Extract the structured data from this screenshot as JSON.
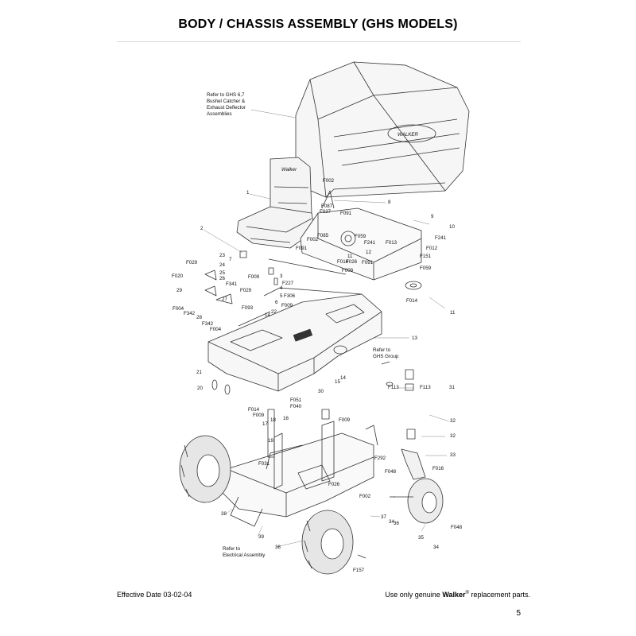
{
  "page": {
    "title": "BODY / CHASSIS ASSEMBLY (GHS MODELS)",
    "effective_date": "Effective Date 03-02-04",
    "footer_prefix": "Use only genuine",
    "brand": "Walker",
    "registered": "®",
    "footer_suffix": "replacement parts.",
    "page_number": "5"
  },
  "notes": {
    "bushel_line1": "Refer to GHS 6,7",
    "bushel_line2": "Bushel Catcher &",
    "bushel_line3": "Exhaust Deflector",
    "bushel_line4": "Assemblies",
    "ghs_line1": "Refer to",
    "ghs_line2": "GHS Group",
    "elec_line1": "Refer to",
    "elec_line2": "Electrical Assembly"
  },
  "labels": [
    {
      "id": "l1",
      "text": "1"
    },
    {
      "id": "l2",
      "text": "2"
    },
    {
      "id": "l3",
      "text": "3"
    },
    {
      "id": "l4",
      "text": "4"
    },
    {
      "id": "l5",
      "text": "5"
    },
    {
      "id": "l6",
      "text": "6"
    },
    {
      "id": "l7",
      "text": "7"
    },
    {
      "id": "l8",
      "text": "8"
    },
    {
      "id": "l9",
      "text": "9"
    },
    {
      "id": "l10",
      "text": "10"
    },
    {
      "id": "l11a",
      "text": "11"
    },
    {
      "id": "l11b",
      "text": "11"
    },
    {
      "id": "l12",
      "text": "12"
    },
    {
      "id": "l13",
      "text": "13"
    },
    {
      "id": "l14a",
      "text": "14"
    },
    {
      "id": "l14b",
      "text": "14"
    },
    {
      "id": "l15",
      "text": "15"
    },
    {
      "id": "l16",
      "text": "16"
    },
    {
      "id": "l17",
      "text": "17"
    },
    {
      "id": "l18",
      "text": "18"
    },
    {
      "id": "l19",
      "text": "19"
    },
    {
      "id": "l20",
      "text": "20"
    },
    {
      "id": "l21",
      "text": "21"
    },
    {
      "id": "l22",
      "text": "22"
    },
    {
      "id": "l23",
      "text": "23"
    },
    {
      "id": "l24",
      "text": "24"
    },
    {
      "id": "l25",
      "text": "25"
    },
    {
      "id": "l26",
      "text": "26"
    },
    {
      "id": "l27",
      "text": "27"
    },
    {
      "id": "l28",
      "text": "28"
    },
    {
      "id": "l29",
      "text": "29"
    },
    {
      "id": "l30",
      "text": "30"
    },
    {
      "id": "l31",
      "text": "31"
    },
    {
      "id": "l32a",
      "text": "32"
    },
    {
      "id": "l32b",
      "text": "32"
    },
    {
      "id": "l33",
      "text": "33"
    },
    {
      "id": "l34a",
      "text": "34"
    },
    {
      "id": "l34b",
      "text": "34"
    },
    {
      "id": "l35",
      "text": "35"
    },
    {
      "id": "l36",
      "text": "36"
    },
    {
      "id": "l37",
      "text": "37"
    },
    {
      "id": "l38a",
      "text": "38"
    },
    {
      "id": "l38b",
      "text": "38"
    },
    {
      "id": "l39",
      "text": "39"
    },
    {
      "id": "F002a",
      "text": "F002"
    },
    {
      "id": "F002b",
      "text": "F002"
    },
    {
      "id": "F002c",
      "text": "F002"
    },
    {
      "id": "F004a",
      "text": "F004"
    },
    {
      "id": "F004b",
      "text": "F004"
    },
    {
      "id": "F009a",
      "text": "F009"
    },
    {
      "id": "F009b",
      "text": "F009"
    },
    {
      "id": "F009c",
      "text": "F009"
    },
    {
      "id": "F009d",
      "text": "F009"
    },
    {
      "id": "F009e",
      "text": "F009"
    },
    {
      "id": "F012",
      "text": "F012"
    },
    {
      "id": "F013",
      "text": "F013"
    },
    {
      "id": "F014a",
      "text": "F014"
    },
    {
      "id": "F014b",
      "text": "F014"
    },
    {
      "id": "F014c",
      "text": "F014"
    },
    {
      "id": "F016",
      "text": "F016"
    },
    {
      "id": "F020",
      "text": "F020"
    },
    {
      "id": "F026a",
      "text": "F026"
    },
    {
      "id": "F026b",
      "text": "F026"
    },
    {
      "id": "F027",
      "text": "F027"
    },
    {
      "id": "F029a",
      "text": "F029"
    },
    {
      "id": "F029b",
      "text": "F029"
    },
    {
      "id": "F031",
      "text": "F031"
    },
    {
      "id": "F040",
      "text": "F040"
    },
    {
      "id": "F048a",
      "text": "F048"
    },
    {
      "id": "F048b",
      "text": "F048"
    },
    {
      "id": "F051",
      "text": "F051"
    },
    {
      "id": "F059a",
      "text": "F059"
    },
    {
      "id": "F059b",
      "text": "F059"
    },
    {
      "id": "F085",
      "text": "F085"
    },
    {
      "id": "F087",
      "text": "F087"
    },
    {
      "id": "F091a",
      "text": "F091"
    },
    {
      "id": "F091b",
      "text": "F091"
    },
    {
      "id": "F091c",
      "text": "F091"
    },
    {
      "id": "F093",
      "text": "F093"
    },
    {
      "id": "F113a",
      "text": "F113"
    },
    {
      "id": "F113b",
      "text": "F113"
    },
    {
      "id": "F151",
      "text": "F151"
    },
    {
      "id": "F157",
      "text": "F157"
    },
    {
      "id": "F227",
      "text": "F227"
    },
    {
      "id": "F241a",
      "text": "F241"
    },
    {
      "id": "F241b",
      "text": "F241"
    },
    {
      "id": "F292",
      "text": "F292"
    },
    {
      "id": "F306",
      "text": "F306"
    },
    {
      "id": "F341",
      "text": "F341"
    },
    {
      "id": "F342a",
      "text": "F342"
    },
    {
      "id": "F342b",
      "text": "F342"
    }
  ]
}
